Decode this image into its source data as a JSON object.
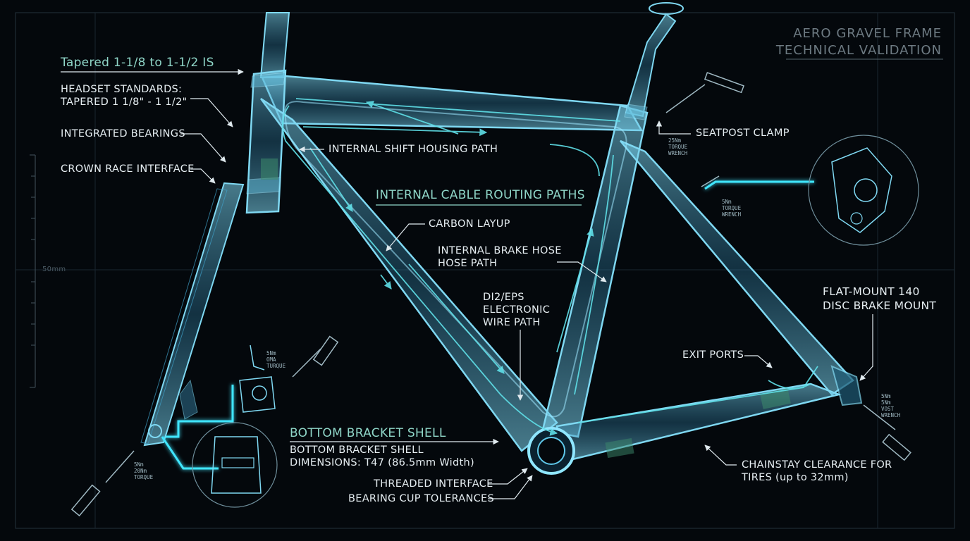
{
  "title": {
    "line1": "AERO GRAVEL FRAME",
    "line2": "TECHNICAL VALIDATION"
  },
  "labels": {
    "tapered": "Tapered 1-1/8 to 1-1/2 IS",
    "headset": "HEADSET STANDARDS:\nTAPERED 1 1/8\" - 1 1/2\"",
    "bearings": "INTEGRATED BEARINGS",
    "crown": "CROWN RACE INTERFACE",
    "shift": "INTERNAL SHIFT HOUSING PATH",
    "routing": "INTERNAL CABLE ROUTING PATHS",
    "carbon": "CARBON LAYUP",
    "brake_hose": "INTERNAL BRAKE HOSE\nHOSE PATH",
    "di2": "DI2/EPS\nELECTRONIC\nWIRE PATH",
    "seatpost": "SEATPOST CLAMP",
    "flatmount": "FLAT-MOUNT 140\nDISC BRAKE MOUNT",
    "exit": "EXIT PORTS",
    "bb_title": "BOTTOM BRACKET SHELL",
    "bb_desc": "BOTTOM BRACKET SHELL\nDIMENSIONS: T47 (86.5mm Width)",
    "threaded": "THREADED INTERFACE",
    "bearing_cup": "BEARING CUP TOLERANCES",
    "chainstay": "CHAINSTAY CLEARANCE FOR\nTIRES (up to 32mm)",
    "ruler": "50mm"
  },
  "torque": {
    "seat": "25Nm\nTORQUE\nWRENCH",
    "rear_caliper": "5Nm\nTORQUE\nWRENCH",
    "front_caliper": "5Nm\nOMA\nTURQUE",
    "fork": "5Nm\n20Nm\nTORQUE",
    "dropout": "5Nm\n5Nm\nVOST\nWRENCH"
  },
  "colors": {
    "tube": "#5fc8ea",
    "glow": "#3fe6ff",
    "accent": "#8fd6c8",
    "bg": "#04080c"
  }
}
